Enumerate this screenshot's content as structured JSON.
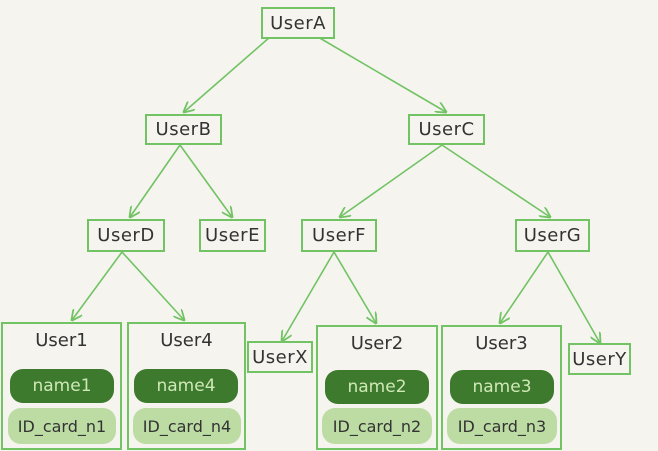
{
  "colors": {
    "border": "#72c364",
    "edge": "#72c364",
    "name_fill": "#3d7a2e",
    "id_fill": "#bcdca4"
  },
  "nodes": {
    "userA": "UserA",
    "userB": "UserB",
    "userC": "UserC",
    "userD": "UserD",
    "userE": "UserE",
    "userF": "UserF",
    "userG": "UserG",
    "userX": "UserX",
    "userY": "UserY"
  },
  "leaves": {
    "user1": {
      "title": "User1",
      "name": "name1",
      "id_card": "ID_card_n1"
    },
    "user4": {
      "title": "User4",
      "name": "name4",
      "id_card": "ID_card_n4"
    },
    "user2": {
      "title": "User2",
      "name": "name2",
      "id_card": "ID_card_n2"
    },
    "user3": {
      "title": "User3",
      "name": "name3",
      "id_card": "ID_card_n3"
    }
  }
}
